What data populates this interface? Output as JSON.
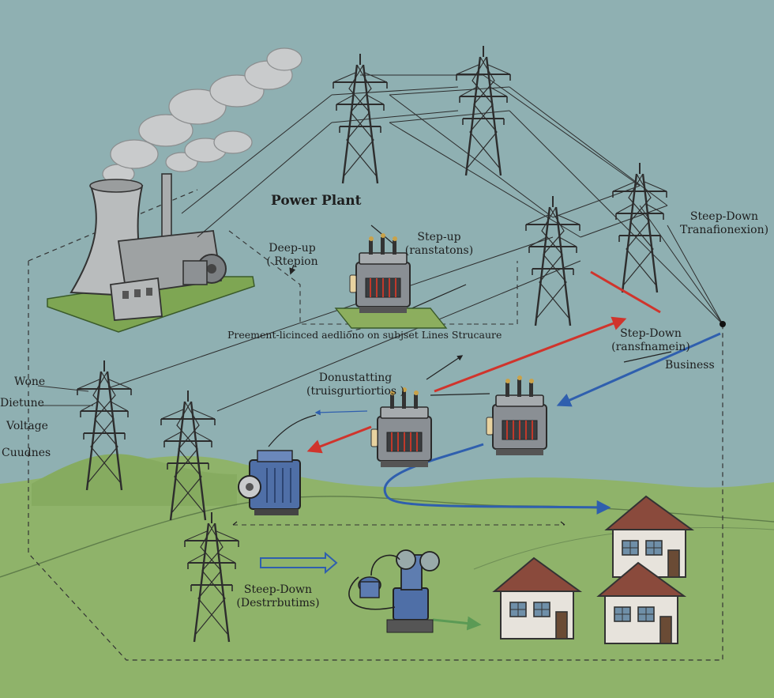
{
  "labels": {
    "power_plant": "Power Plant",
    "deep_up_line1": "Deep-up",
    "deep_up_line2": "( Rtepion",
    "step_up_line1": "Step-up",
    "step_up_line2": "(ranstatons)",
    "transmission_note": "Preement-licinced aedliono on subjset Lines Strucaure",
    "step_down_top_line1": "Steep-Down",
    "step_down_top_line2": "Tranafionexion)",
    "step_down_mid_line1": "Step-Down",
    "step_down_mid_line2": "(ransfnamein)",
    "business": "Business",
    "distributing_line1": "Donustatting",
    "distributing_line2": "(truisgurtiortios )",
    "left_legend": [
      "Wone",
      "Dietune",
      "Voltage",
      "Cuudnes"
    ],
    "step_down_bottom_line1": "Steep-Down",
    "step_down_bottom_line2": "(Destrrbutims)"
  },
  "colors": {
    "sky": "#8fb0b2",
    "grass": "#8fb36a",
    "hill": "#86ab60",
    "high_voltage_arrow": "#d0342c",
    "low_voltage_arrow": "#2f5fae",
    "distribution_arrow": "#5b9a55",
    "tower": "#2d2d2d"
  },
  "icons": [
    "cooling-tower-icon",
    "transmission-tower-icon",
    "transformer-icon",
    "house-icon",
    "smoke-icon"
  ]
}
